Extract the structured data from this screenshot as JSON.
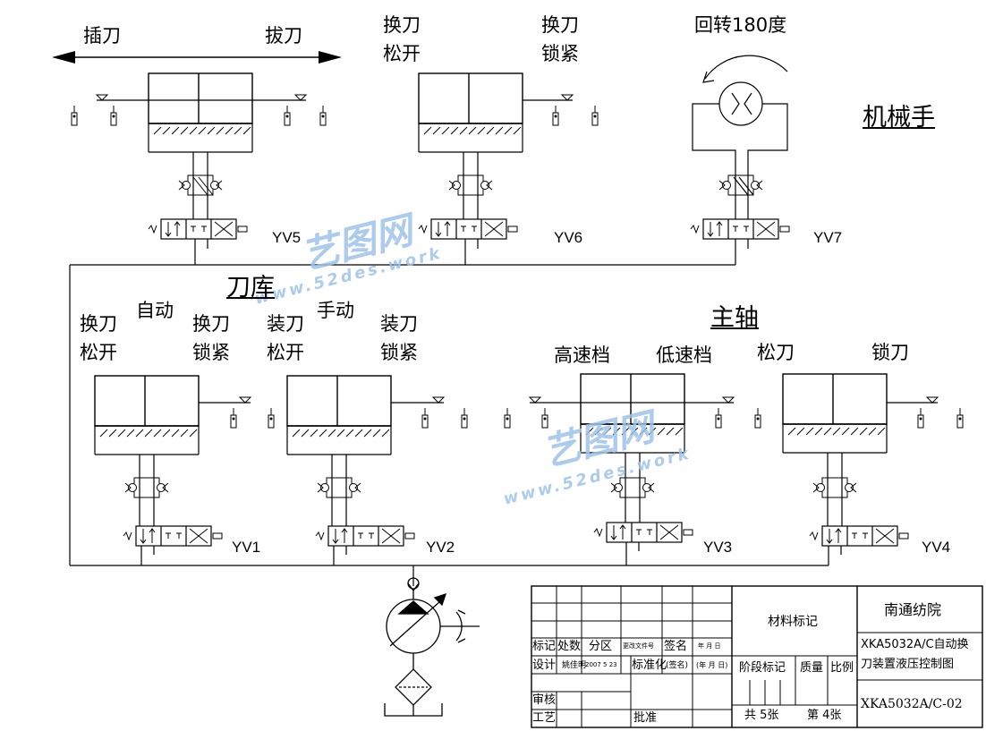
{
  "labels": {
    "insert_tool": "插刀",
    "pull_tool": "拔刀",
    "change_release_top1": "换刀",
    "change_release_top2": "松开",
    "change_lock_top1": "换刀",
    "change_lock_top2": "锁紧",
    "rotate": "回转180度",
    "manipulator": "机械手",
    "tool_magazine": "刀库",
    "auto": "自动",
    "manual": "手动",
    "spindle": "主轴",
    "change_release1": "换刀",
    "change_release2": "松开",
    "change_lock1": "换刀",
    "change_lock2": "锁紧",
    "load_release1": "装刀",
    "load_release2": "松开",
    "load_lock1": "装刀",
    "load_lock2": "锁紧",
    "high_speed": "高速档",
    "low_speed": "低速档",
    "release_tool": "松刀",
    "lock_tool": "锁刀"
  },
  "valves": [
    "YV5",
    "YV6",
    "YV7",
    "YV1",
    "YV2",
    "YV3",
    "YV4"
  ],
  "watermark": {
    "brand": "艺图网",
    "url": "www.52des.work"
  },
  "title_block": {
    "company": "南通纺院",
    "material": "材料标记",
    "title_line1": "XKA5032A/C自动换",
    "title_line2": "刀装置液压控制图",
    "drawing_no": "XKA5032A/C-02",
    "mark": "标记",
    "count": "处数",
    "zone": "分区",
    "change_doc": "更改文件号",
    "signature": "签名",
    "date": "年 月 日",
    "design": "设计",
    "designer": "姚佳明",
    "design_date": "2007 5 23",
    "standard": "标准化",
    "sign_paren": "(签名)",
    "date_paren": "(年 月 日)",
    "stage": "阶段标记",
    "weight": "质量",
    "scale": "比例",
    "review": "审核",
    "craft": "工艺",
    "approve": "批准",
    "sheets_total": "共 5张",
    "sheet_no": "第 4张"
  }
}
